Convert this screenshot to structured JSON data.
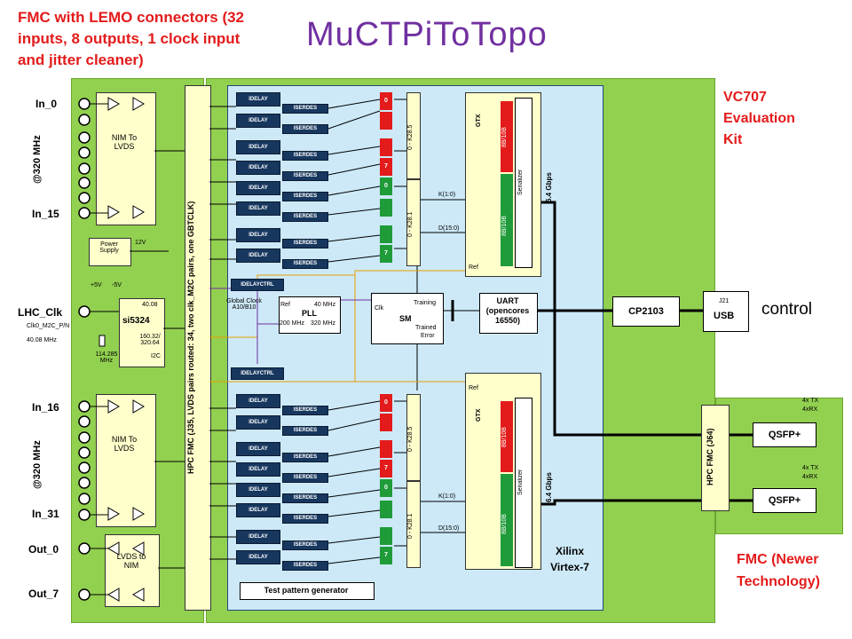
{
  "title": "MuCTPiToTopo",
  "fmc_note": "FMC with LEMO connectors (32 inputs, 8 outputs, 1 clock input and jitter cleaner)",
  "vc707_label": "VC707 Evaluation Kit",
  "fmc_newer_label": "FMC (Newer Technology)",
  "inputs": {
    "in0": "In_0",
    "in15": "In_15",
    "in16": "In_16",
    "in31": "In_31",
    "out0": "Out_0",
    "out7": "Out_7",
    "freq_top": "@320 MHz",
    "freq_bottom": "@320 MHz"
  },
  "lhc": {
    "label": "LHC_Clk",
    "sub": "Clk0_M2C_P/N",
    "freq": "40.08 MHz",
    "xtal": "114.285 MHz"
  },
  "nim_to_lvds": "NIM To LVDS",
  "lvds_to_nim": "LVDS to NIM",
  "power": {
    "label": "Power Supply",
    "v12": "12V",
    "v5p": "+5V",
    "v5n": "-5V"
  },
  "si5324": {
    "label": "si5324",
    "f_in": "40.08",
    "f_out": "160.32/ 320.64",
    "i2c": "I2C"
  },
  "hpc_fmc_label": "HPC FMC (J35, LVDS pairs routed: 34, two clk_M2C pairs, one GBTCLK)",
  "hpc_fmc_right": "HPC FMC (J64)",
  "idelay": "IDELAY",
  "iserdes": "ISERDES",
  "idelayctrl": "IDELAYCTRL",
  "pll": {
    "label": "PLL",
    "ref": "Ref",
    "f40": "40 MHz",
    "f200": "200 MHz",
    "f320": "320 MHz",
    "global_clock": "Global Clock A10/B10"
  },
  "sm": {
    "label": "SM",
    "clk": "Clk",
    "training": "Training",
    "trained": "Trained",
    "error": "Error"
  },
  "gtx": {
    "label": "GTX",
    "enc": "8B/10B",
    "serializer": "Serializer",
    "k": "K(1:0)",
    "d": "D(15:0)",
    "ref": "Ref",
    "rate": "6.4 Gbps"
  },
  "mux": {
    "k285": "0 - K28.5",
    "k281": "0 - K28.1"
  },
  "slices": {
    "s0": "0",
    "s7": "7"
  },
  "uart": "UART (opencores 16550)",
  "cp2103": "CP2103",
  "usb": {
    "j21": "J21",
    "usb": "USB",
    "control": "control"
  },
  "qsfp": {
    "label": "QSFP+",
    "tx": "4x TX",
    "rx": "4xRX"
  },
  "xilinx": "Xilinx Virtex-7",
  "test_pattern": "Test pattern generator"
}
